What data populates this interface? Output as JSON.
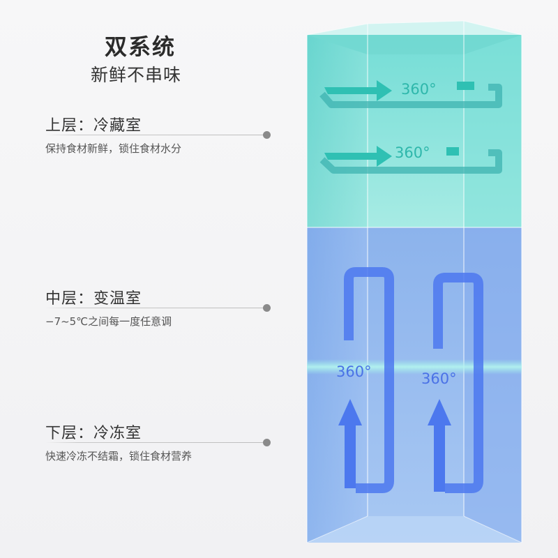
{
  "header": {
    "title": "双系统",
    "subtitle": "新鲜不串味"
  },
  "sections": [
    {
      "title": "上层：冷藏室",
      "description": "保持食材新鲜，锁住食材水分"
    },
    {
      "title": "中层：变温室",
      "description": "−7~5℃之间每一度任意调"
    },
    {
      "title": "下层：冷冻室",
      "description": "快速冷冻不结霜，锁住食材营养"
    }
  ],
  "fridge": {
    "upper_labels": [
      "360°",
      "360°"
    ],
    "lower_labels": [
      "360°",
      "360°"
    ],
    "colors": {
      "upper_fill": "#7fe0da",
      "lower_fill": "#8fb6ee",
      "upper_arrow": "#2dbdb1",
      "lower_arrow": "#4f7ff0"
    }
  }
}
